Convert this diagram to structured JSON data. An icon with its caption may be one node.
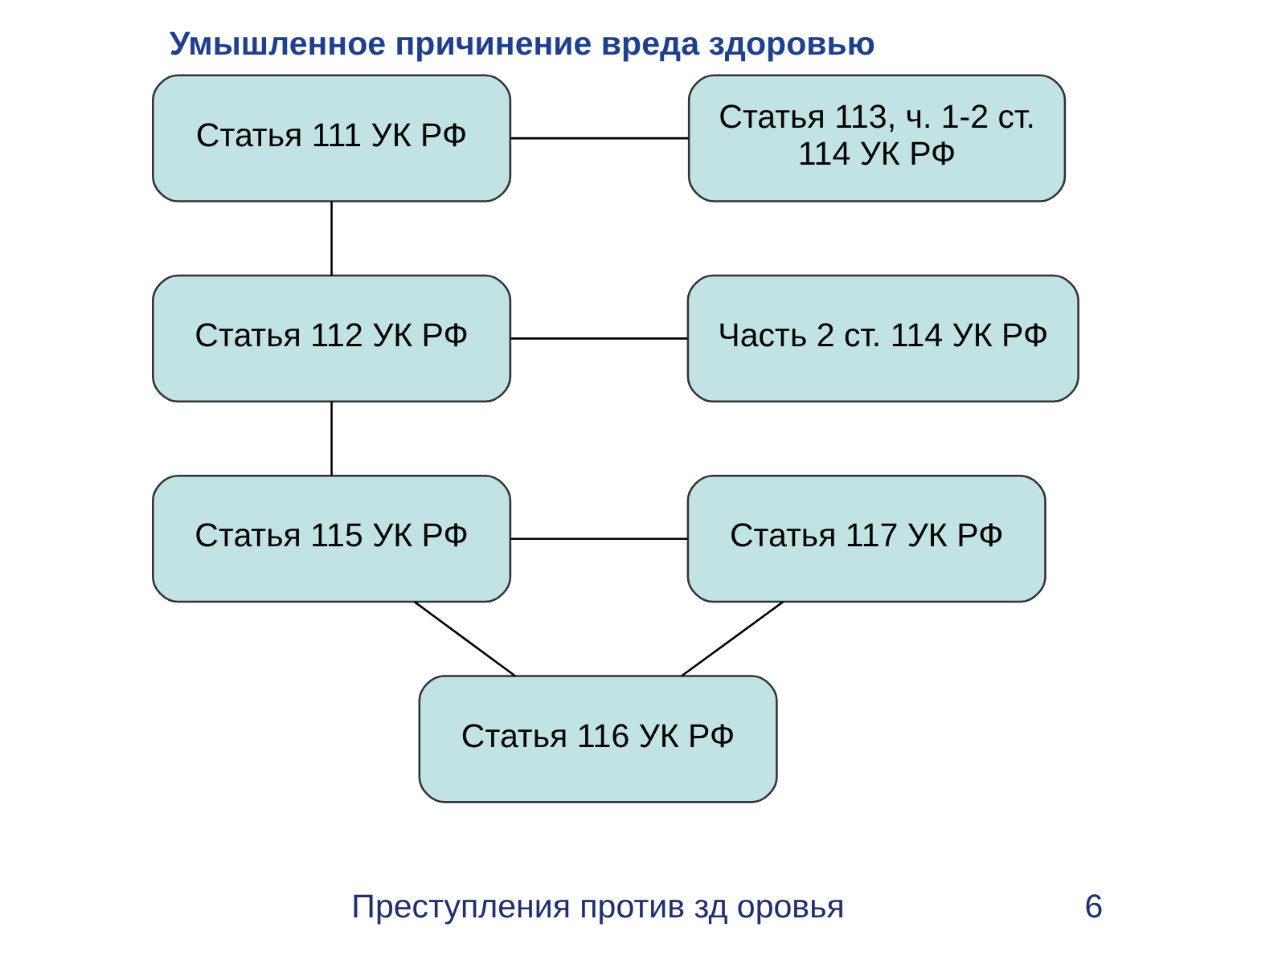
{
  "diagram": {
    "title": "Умышленное причинение вреда здоровью",
    "nodes": [
      {
        "text": [
          "Статья 111 УК РФ"
        ]
      },
      {
        "text": [
          "Статья 113, ч. 1-2 ст. 114 УК РФ"
        ]
      },
      {
        "text": [
          "Статья 112 УК РФ"
        ]
      },
      {
        "text": [
          "Часть 2 ст. 114 УК РФ"
        ]
      },
      {
        "text": [
          "Статья 115 УК РФ"
        ]
      },
      {
        "text": [
          "Статья 117 УК РФ"
        ]
      },
      {
        "text": [
          "Статья 116 УК РФ"
        ]
      }
    ],
    "edges": [
      {
        "from": 0,
        "to": 1,
        "arrow": "none"
      },
      {
        "from": 0,
        "to": 2,
        "arrow": "none"
      },
      {
        "from": 2,
        "to": 3,
        "arrow": "none"
      },
      {
        "from": 2,
        "to": 4,
        "arrow": "none"
      },
      {
        "from": 4,
        "to": 5,
        "arrow": "none"
      },
      {
        "from": 4,
        "to": 6,
        "arrow": "none"
      },
      {
        "from": 6,
        "to": 5,
        "arrow": "none"
      }
    ],
    "labels": [
      "Преступления против зд оровья",
      "6"
    ]
  }
}
